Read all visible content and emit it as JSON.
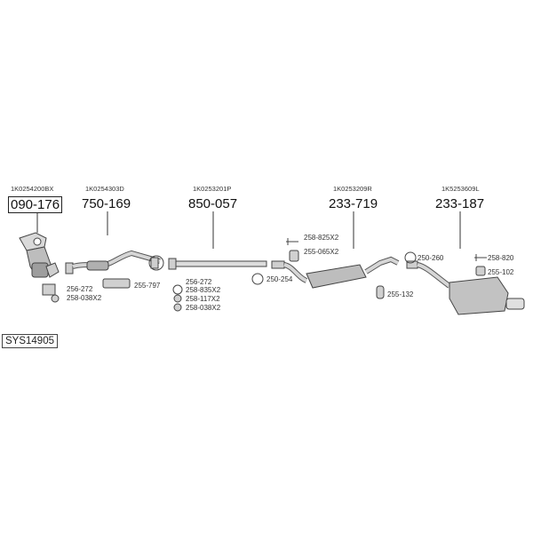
{
  "system_code": "SYS14905",
  "parts": [
    {
      "oem": "1K0254200BX",
      "number": "090-176"
    },
    {
      "oem": "1K0254303D",
      "number": "750-169"
    },
    {
      "oem": "1K0253201P",
      "number": "850-057"
    },
    {
      "oem": "1K0253209R",
      "number": "233-719"
    },
    {
      "oem": "1K5253609L",
      "number": "233-187"
    }
  ],
  "accessories": {
    "a1": "256-272",
    "a2": "258-038X2",
    "a3": "255-797",
    "a4": "256-272",
    "a5": "258-835X2",
    "a6": "258-117X2",
    "a7": "258-038X2",
    "a8": "258-825X2",
    "a9": "255-065X2",
    "a10": "250-254",
    "a11": "255-132",
    "a12": "250-260",
    "a13": "258-820",
    "a14": "255-102"
  }
}
